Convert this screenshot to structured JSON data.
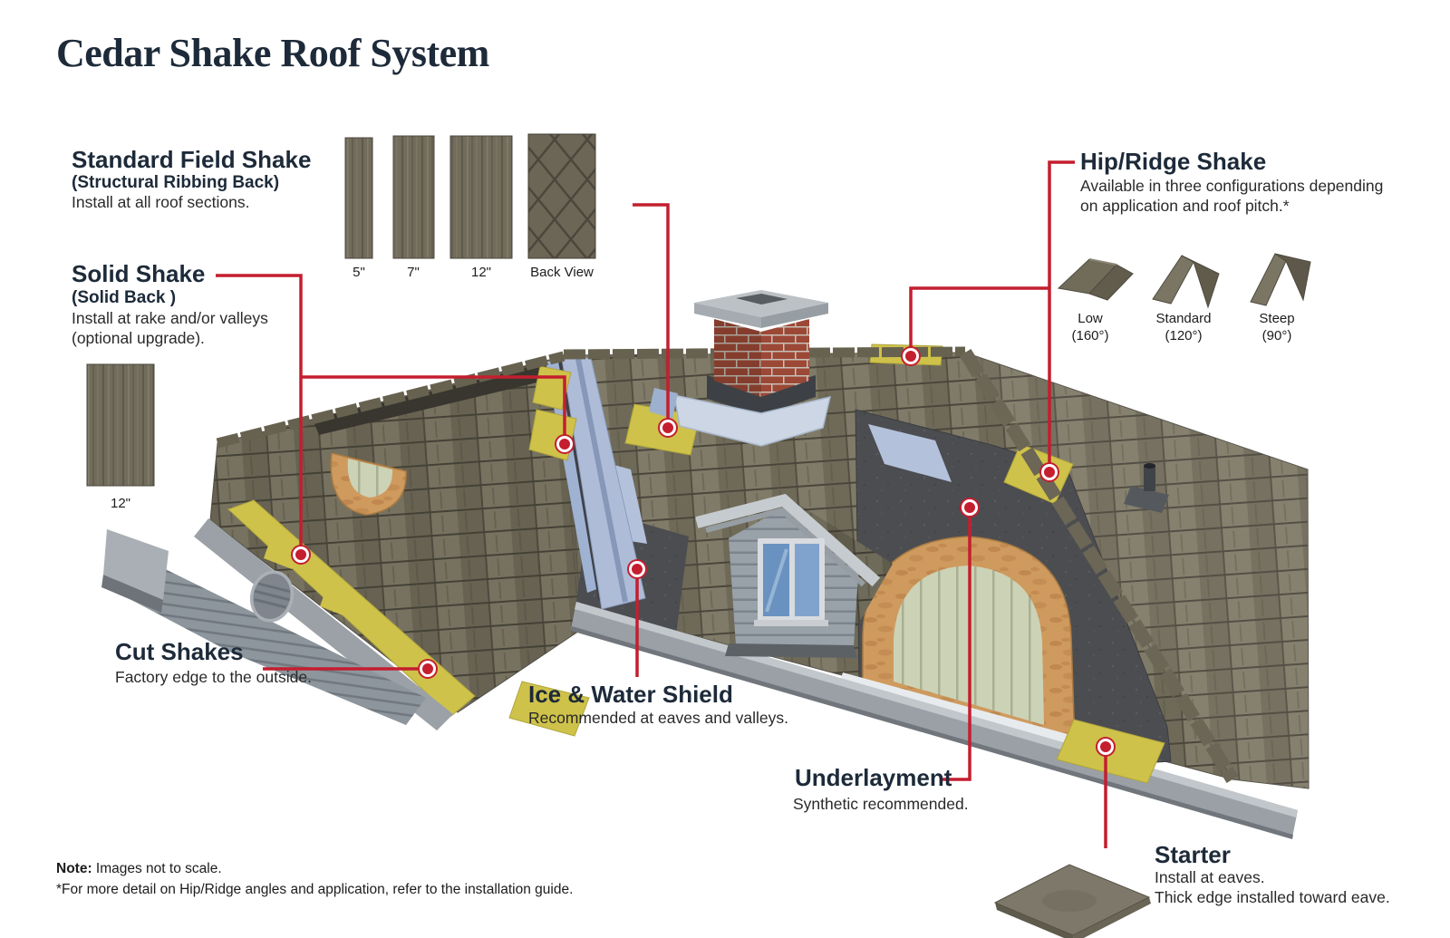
{
  "title": "Cedar Shake Roof System",
  "colors": {
    "accent_red": "#c41e2f",
    "heading_navy": "#1d2a39",
    "body_text": "#2a2a2a",
    "highlight_yellow": "#cfc24a",
    "valley_blue": "#aebcd8",
    "underlayment_gray": "#4c4d51",
    "osb_tan": "#cf9a5e",
    "brick_red": "#9c4836",
    "shake_gray": "#7a7561"
  },
  "sections": {
    "standard_field_shake": {
      "heading": "Standard Field Shake",
      "subheading": "(Structural Ribbing Back)",
      "body": "Install at all roof sections."
    },
    "solid_shake": {
      "heading": "Solid Shake",
      "subheading": "(Solid Back )",
      "body_line1": "Install at rake and/or valleys",
      "body_line2": "(optional upgrade)."
    },
    "hip_ridge_shake": {
      "heading": "Hip/Ridge Shake",
      "body_line1": "Available in three configurations depending",
      "body_line2": "on application and roof pitch.*"
    },
    "cut_shakes": {
      "heading": "Cut Shakes",
      "body": "Factory edge to the outside."
    },
    "ice_water_shield": {
      "heading": "Ice & Water Shield",
      "body": "Recommended at eaves and valleys."
    },
    "underlayment": {
      "heading": "Underlayment",
      "body": "Synthetic recommended."
    },
    "starter": {
      "heading": "Starter",
      "body_line1": "Install at eaves.",
      "body_line2": "Thick edge installed toward eave."
    }
  },
  "field_shake_samples": {
    "labels": [
      "5\"",
      "7\"",
      "12\"",
      "Back View"
    ]
  },
  "solid_shake_sample": {
    "label": "12\""
  },
  "hip_ridge_configs": [
    {
      "name": "Low",
      "angle": "(160°)"
    },
    {
      "name": "Standard",
      "angle": "(120°)"
    },
    {
      "name": "Steep",
      "angle": "(90°)"
    }
  ],
  "notes": {
    "note_label": "Note:",
    "note_text": " Images not to scale.",
    "footnote": "*For more detail on Hip/Ridge angles and application, refer to the installation guide."
  }
}
